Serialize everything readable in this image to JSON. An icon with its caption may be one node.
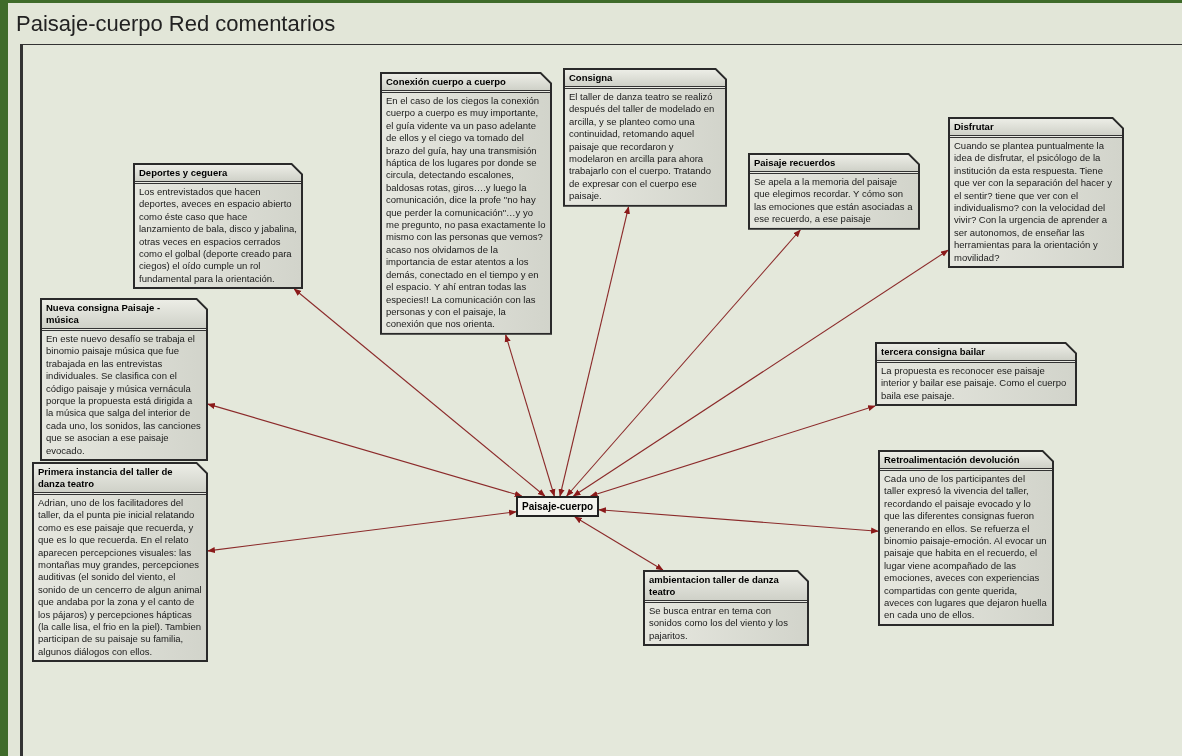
{
  "diagram": {
    "title": "Paisaje-cuerpo Red comentarios",
    "nodes": [
      {
        "text": [
          "Conexión cuerpo a cuerpo",
          "En el caso de los ciegos la conexión cuerpo a cuerpo es muy importante, el guía vidente va un paso adelante de ellos y el ciego va tomado del brazo del guía, hay una transmisión háptica de los lugares por donde se circula, detectando escalones, baldosas rotas, giros….y luego la comunicación, dice la profe \"no hay que perder la comunicación\"…y yo me pregunto, no pasa exactamente lo mismo con las personas que vemos? acaso nos olvidamos de la importancia de estar atentos a los demás, conectado en el tiempo y en el espacio. Y ahí entran todas las especies!! La comunicación con las personas y con el paisaje, la conexión que nos orienta."
        ]
      },
      {
        "text": [
          "Consigna",
          "El taller de danza teatro se realizó después del taller de modelado en arcilla, y se planteo como una continuidad, retomando aquel paisaje que recordaron y modelaron en arcilla para ahora trabajarlo con el cuerpo. Tratando de expresar con el cuerpo ese paisaje."
        ]
      },
      {
        "text": [
          "Disfrutar",
          "Cuando se plantea puntualmente la idea de disfrutar, el psicólogo de la institución da esta respuesta. Tiene que ver con la separación del hacer y el sentir? tiene que ver con el individualismo? con la velocidad del vivir? Con la urgencia de aprender a ser autonomos, de enseñar las herramientas para la orientación y movilidad?"
        ]
      },
      {
        "text": [
          "Paisaje recuerdos",
          "Se apela a la memoria del paisaje que elegimos recordar. Y cómo son las emociones que están asociadas a ese recuerdo, a ese paisaje"
        ]
      },
      {
        "text": [
          "Deportes y ceguera",
          "Los entrevistados que hacen deportes, aveces en espacio abierto como éste caso que hace lanzamiento de bala, disco y jabalina, otras veces en espacios cerrados como el golbal (deporte creado para ciegos) el oído cumple un rol fundamental para la orientación."
        ]
      },
      {
        "text": [
          "Nueva consigna Paisaje - música",
          "En este nuevo desafío se trabaja el binomio paisaje música que fue trabajada en las entrevistas individuales. Se clasifica con el código paisaje y música vernácula porque la propuesta está dirigida a la música que salga del interior de cada uno, los sonidos, las canciones que se asocian a ese paisaje evocado."
        ]
      },
      {
        "text": [
          "tercera consigna bailar",
          "La propuesta es reconocer ese paisaje interior y bailar ese paisaje. Como el cuerpo baila ese paisaje."
        ]
      },
      {
        "text": [
          "Retroalimentación devolución",
          "Cada uno de los participantes del taller expresó la vivencia del taller, recordando el paisaje evocado y lo que las diferentes consignas fueron generando en ellos. Se refuerza el binomio paisaje-emoción. Al evocar un paisaje que habita en el recuerdo, el lugar viene acompañado de las emociones, aveces con experiencias compartidas con gente querida, aveces con lugares que dejaron huella en cada uno de ellos."
        ]
      },
      {
        "text": [
          "Primera instancia del taller de danza teatro",
          "Adrian, uno de los facilitadores del taller, da el punta pie inicial relatando como es ese paisaje que recuerda, y que es lo que recuerda. En el relato aparecen percepciones visuales: las montañas muy grandes, percepciones auditivas (el sonido del viento, el sonido de un cencerro de algun animal que andaba por la zona y el canto de los pájaros) y percepciones hápticas (la calle lisa, el frio en la piel). Tambien participan de su paisaje su familia, algunos diálogos con ellos."
        ]
      },
      {
        "text": [
          "Paisaje-cuerpo"
        ]
      },
      {
        "text": [
          "ambientacion taller de danza teatro",
          "Se busca entrar en tema con sonidos como los del viento y los pajaritos."
        ]
      }
    ],
    "edges": [
      {
        "from": 9,
        "to": 0,
        "arrow": "both"
      },
      {
        "from": 9,
        "to": 1,
        "arrow": "both"
      },
      {
        "from": 9,
        "to": 2,
        "arrow": "both"
      },
      {
        "from": 9,
        "to": 3,
        "arrow": "both"
      },
      {
        "from": 9,
        "to": 4,
        "arrow": "both"
      },
      {
        "from": 9,
        "to": 5,
        "arrow": "both"
      },
      {
        "from": 9,
        "to": 6,
        "arrow": "both"
      },
      {
        "from": 9,
        "to": 7,
        "arrow": "both"
      },
      {
        "from": 9,
        "to": 8,
        "arrow": "both"
      },
      {
        "from": 9,
        "to": 10,
        "arrow": "both"
      }
    ]
  }
}
